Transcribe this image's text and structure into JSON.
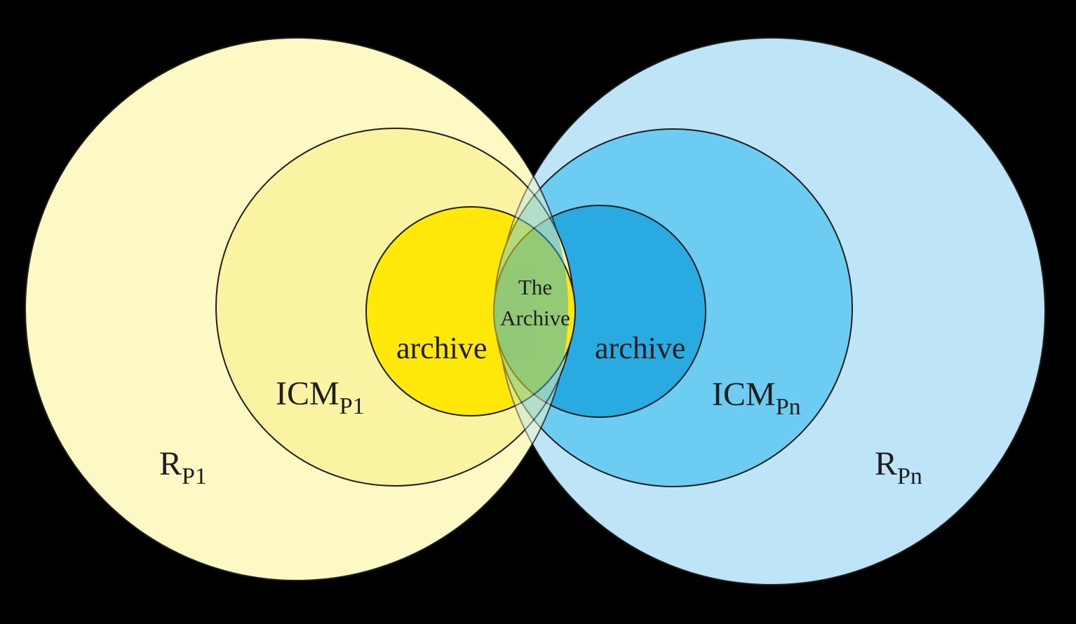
{
  "diagram": {
    "title": "nested-venn-archive-diagram",
    "background_color": "#000000",
    "outline_color": "#1f1f1f",
    "labels": {
      "left_region": {
        "base": "R",
        "sub": "P1"
      },
      "left_icm": {
        "base": "ICM",
        "sub": "P1"
      },
      "left_archive": "archive",
      "center": {
        "line1": "The",
        "line2": "Archive"
      },
      "right_archive": "archive",
      "right_icm": {
        "base": "ICM",
        "sub": "Pn"
      },
      "right_region": {
        "base": "R",
        "sub": "Pn"
      }
    },
    "colors": {
      "left_outer": "#FCF9C5",
      "left_middle": "#FAF3A2",
      "left_inner": "#FFE80A",
      "right_outer": "#BEE5F7",
      "right_middle": "#6DCCF2",
      "right_inner": "#29ABE2",
      "overlap_center": "#A5CF7B"
    }
  }
}
